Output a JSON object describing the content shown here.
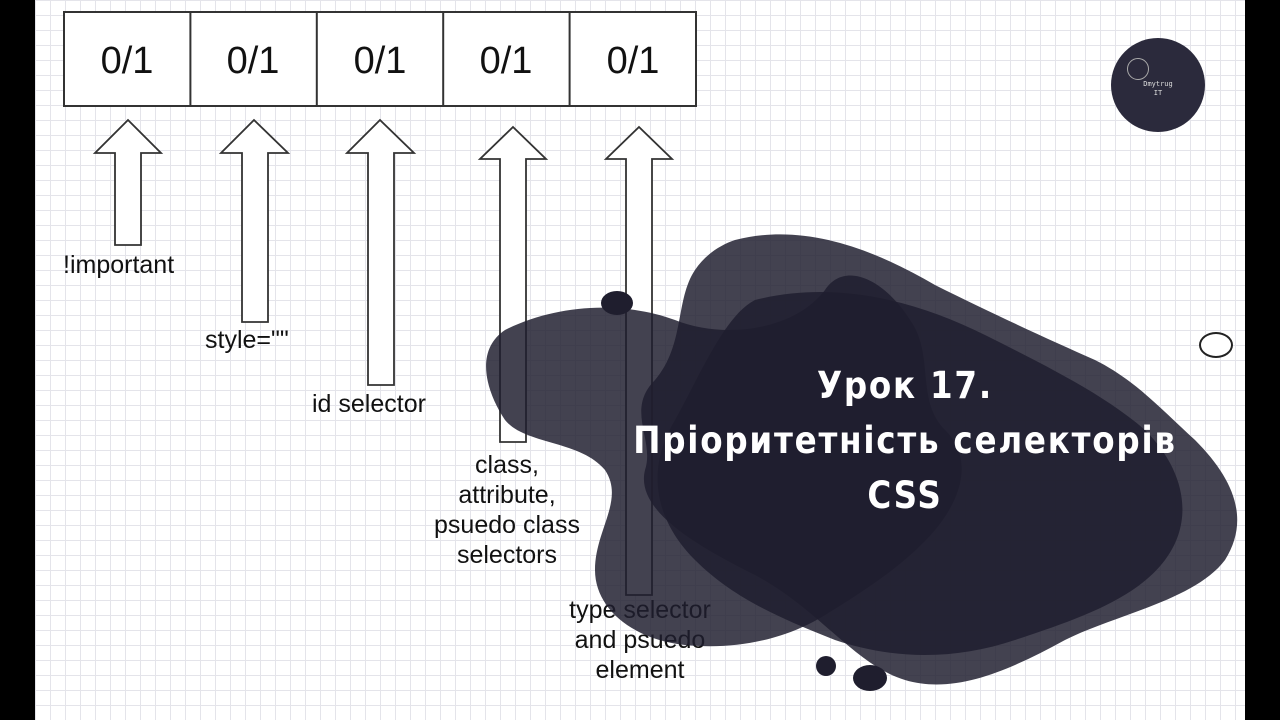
{
  "cells": [
    "0/1",
    "0/1",
    "0/1",
    "0/1",
    "0/1"
  ],
  "labels": {
    "important": "!important",
    "style": "style=\"\"",
    "id": "id selector",
    "class": [
      "class,",
      "attribute,",
      "psuedo class",
      "selectors"
    ],
    "type": [
      "type selector",
      "and psuedo",
      "element"
    ]
  },
  "title": {
    "line1": "Урок 17.",
    "line2": "Пріоритетність селекторів",
    "line3": "CSS"
  },
  "logo": {
    "line1": "Dmytrug",
    "line2": "IT"
  },
  "colors": {
    "blob": "#1f1e2e",
    "grid": "#e4e4ea",
    "title": "#ffffff"
  }
}
